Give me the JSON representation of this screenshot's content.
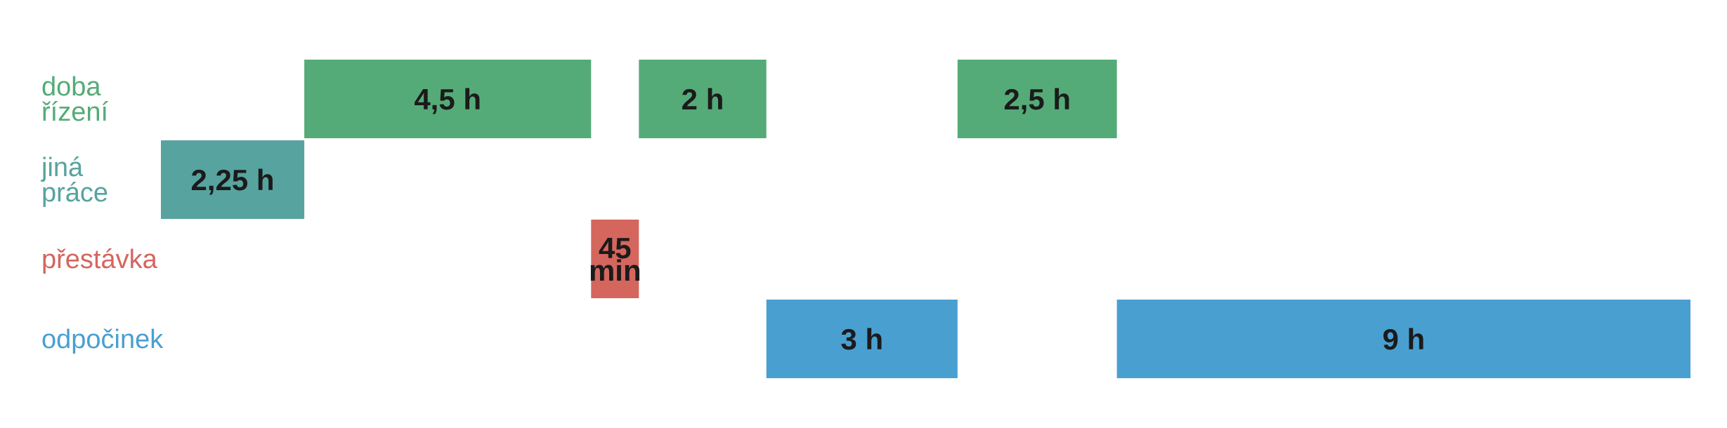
{
  "chart_data": {
    "type": "bar",
    "orientation": "horizontal-timeline",
    "title": "",
    "rows": [
      {
        "key": "rizeni",
        "label_lines": [
          "doba",
          "řízení"
        ],
        "color": "#55ab78"
      },
      {
        "key": "prace",
        "label_lines": [
          "jiná",
          "práce"
        ],
        "color": "#57a39f"
      },
      {
        "key": "prestavka",
        "label_lines": [
          "přestávka"
        ],
        "color": "#d4665e"
      },
      {
        "key": "odpocinek",
        "label_lines": [
          "odpočinek"
        ],
        "color": "#4a9fd1"
      }
    ],
    "segments": [
      {
        "row": "prace",
        "start": 0,
        "duration": 2.25,
        "label_lines": [
          "2,25 h"
        ]
      },
      {
        "row": "rizeni",
        "start": 2.25,
        "duration": 4.5,
        "label_lines": [
          "4,5 h"
        ]
      },
      {
        "row": "prestavka",
        "start": 6.75,
        "duration": 0.75,
        "label_lines": [
          "45",
          "min"
        ]
      },
      {
        "row": "rizeni",
        "start": 7.5,
        "duration": 2,
        "label_lines": [
          "2 h"
        ]
      },
      {
        "row": "odpocinek",
        "start": 9.5,
        "duration": 3,
        "label_lines": [
          "3 h"
        ]
      },
      {
        "row": "rizeni",
        "start": 12.5,
        "duration": 2.5,
        "label_lines": [
          "2,5 h"
        ]
      },
      {
        "row": "odpocinek",
        "start": 15,
        "duration": 9,
        "label_lines": [
          "9 h"
        ]
      }
    ],
    "x_range": [
      0,
      24
    ],
    "grid": false,
    "legend": "none"
  }
}
